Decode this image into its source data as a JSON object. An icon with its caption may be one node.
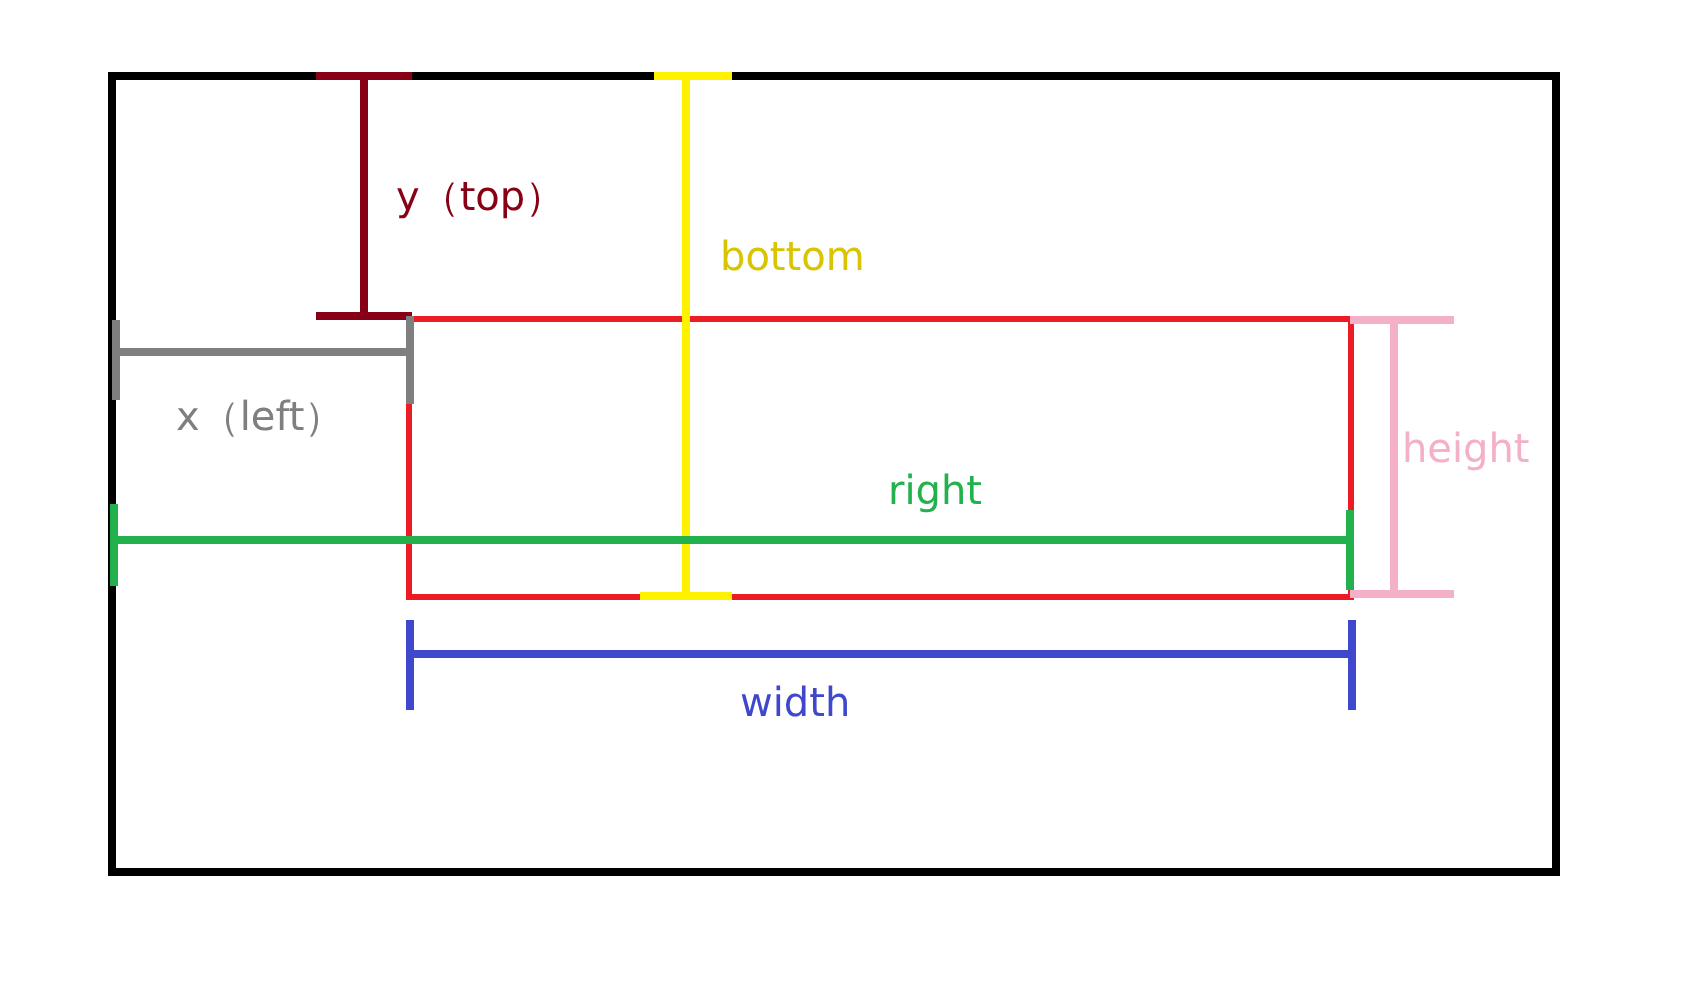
{
  "diagram": {
    "nodes": [
      {
        "text": [],
        "shape": "box"
      },
      {
        "text": [],
        "shape": "box",
        "in": 0
      }
    ],
    "labels": [
      "y（top）",
      "bottom",
      "x（left）",
      "height",
      "right",
      "width"
    ]
  }
}
